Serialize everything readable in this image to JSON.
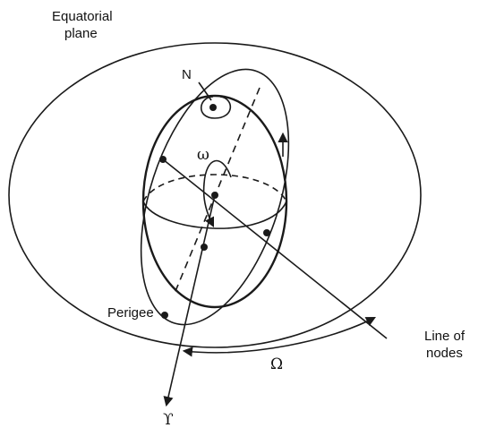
{
  "labels": {
    "equatorial_plane_line1": "Equatorial",
    "equatorial_plane_line2": "plane",
    "node_n": "N",
    "omega_small": "ω",
    "perigee": "Perigee",
    "line_of_nodes_line1": "Line of",
    "line_of_nodes_line2": "nodes",
    "omega_capital": "Ω",
    "vernal_equinox": "ϒ"
  },
  "colors": {
    "stroke": "#1a1a1a",
    "background": "#ffffff"
  }
}
